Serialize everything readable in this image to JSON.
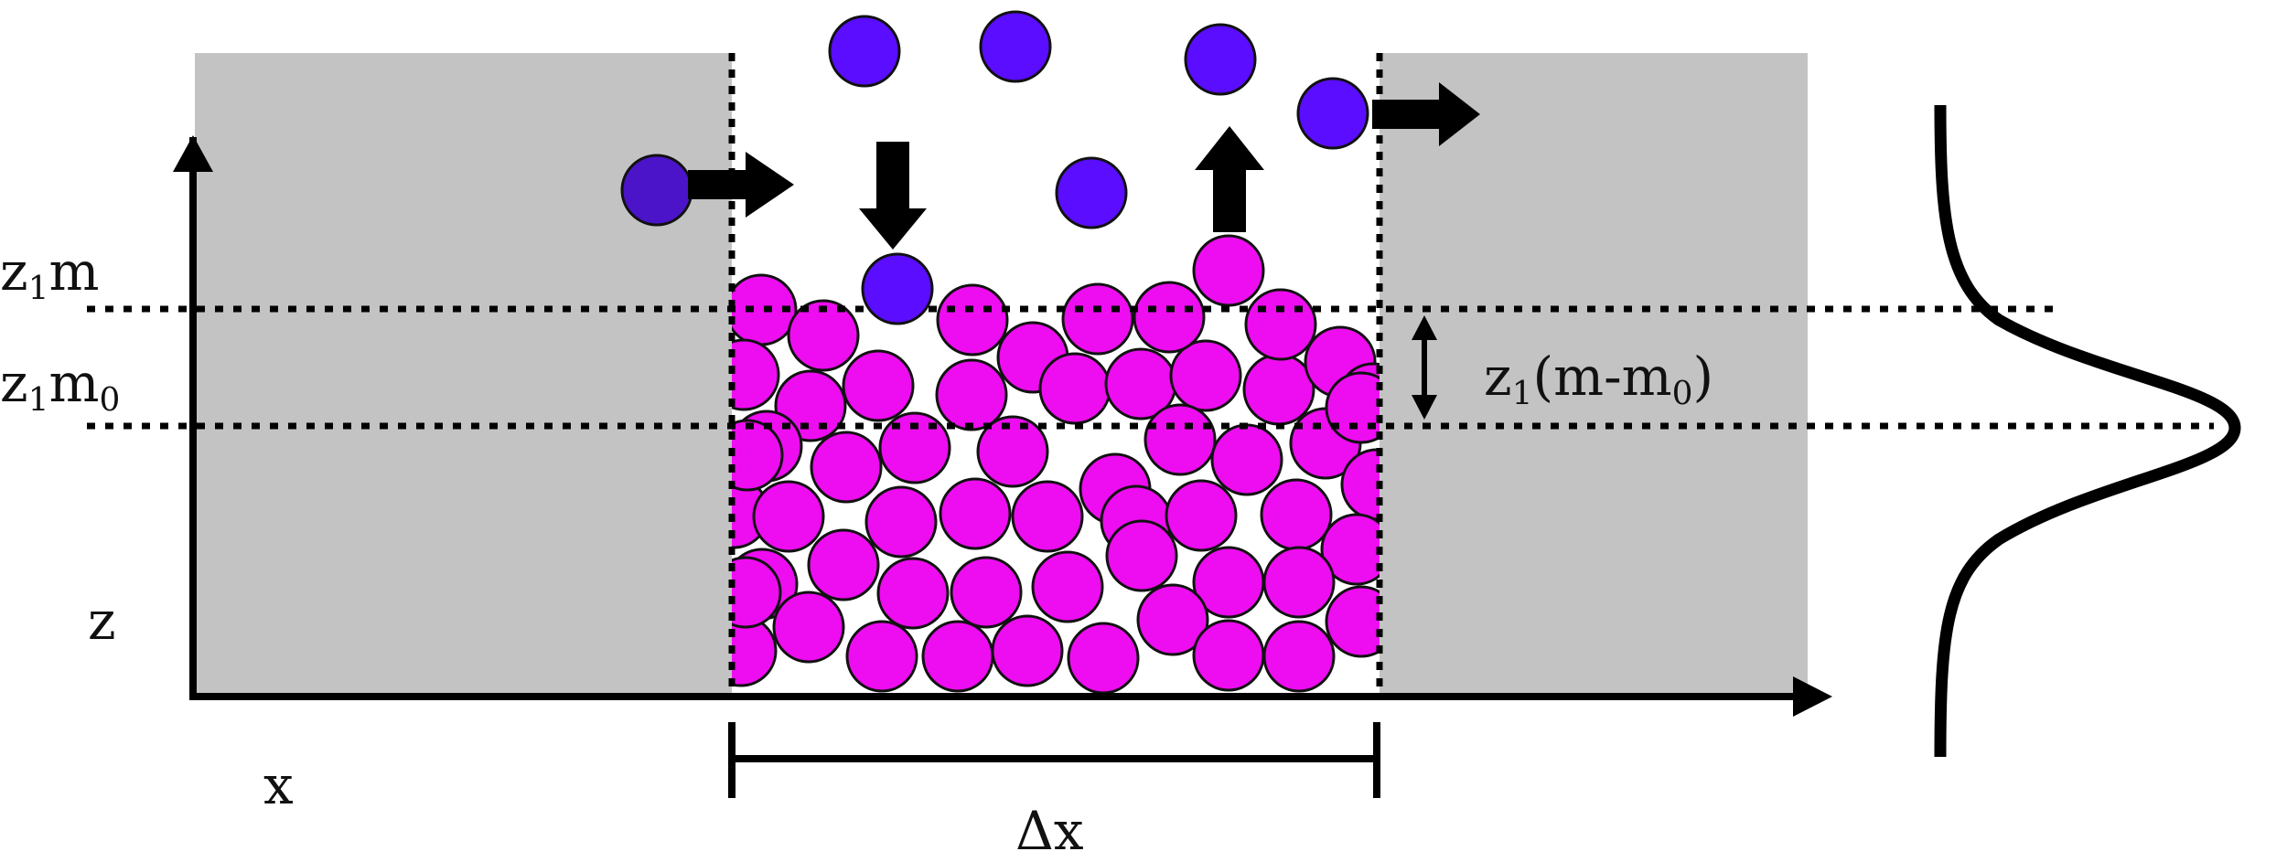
{
  "labels": {
    "z1m": {
      "base": "z",
      "sub": "1",
      "rest": "m"
    },
    "z1m0": {
      "base": "z",
      "sub": "1",
      "rest": "m",
      "sub2": "0"
    },
    "z1_m_minus_m0": {
      "base": "z",
      "sub": "1",
      "mid": "(m-m",
      "sub2": "0",
      "end": ")"
    },
    "z_axis": "z",
    "x_axis": "x",
    "delta_x": "Δx"
  },
  "colors": {
    "grey_region": "#c3c3c3",
    "free_particle": "#5a0dff",
    "left_particle": "#4b14c9",
    "packed_particle": "#ee0cf0",
    "outline": "#111111",
    "ink": "#000000"
  },
  "icons": {
    "arrow_right_left": "arrow-right-icon",
    "arrow_down": "arrow-down-icon",
    "arrow_up": "arrow-up-icon",
    "arrow_right_right": "arrow-right-icon",
    "double_arrow": "double-arrow-icon"
  }
}
